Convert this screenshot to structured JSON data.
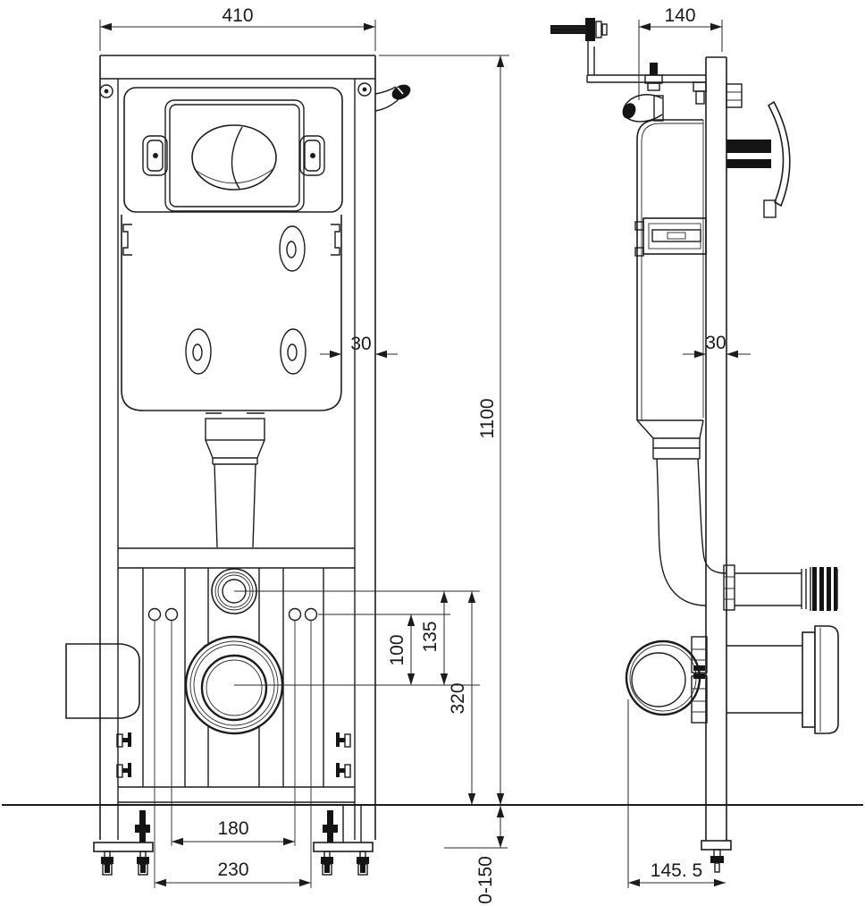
{
  "drawing": {
    "kind": "concealed-cistern-frame-installation-drawing",
    "views": {
      "front": "front-view",
      "side": "side-view"
    },
    "line_color": "#1c1c1c",
    "background": "#ffffff"
  },
  "dimensions": {
    "frame_width": "410",
    "install_depth": "140",
    "front_gap": "30",
    "profile_depth": "30",
    "frame_height": "1100",
    "holes_to_outlet": "100",
    "flush_to_outlet": "135",
    "flush_height": "320",
    "inner_fixing_span": "180",
    "outer_fixing_span": "230",
    "leg_adjustment": "0-150",
    "outlet_to_leg": "145. 5"
  }
}
